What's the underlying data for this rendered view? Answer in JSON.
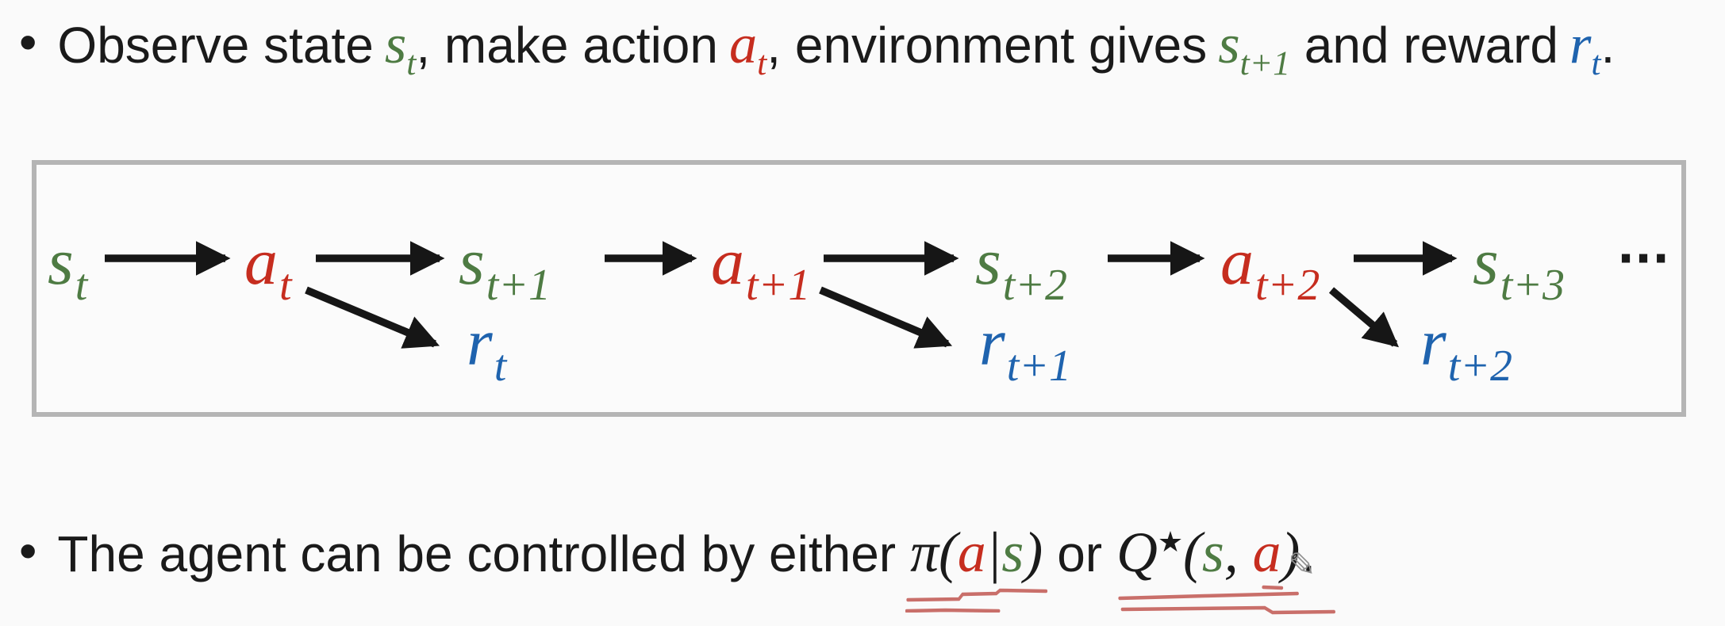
{
  "slide": {
    "bullet_char": "•",
    "bullet1": {
      "text1": "Observe state",
      "math1": {
        "base": "s",
        "sub": "t"
      },
      "text2": ", make action",
      "math2": {
        "base": "a",
        "sub": "t"
      },
      "text3": ", environment gives",
      "math3": {
        "base": "s",
        "sub": "t+1"
      },
      "text4": " and reward",
      "math4": {
        "base": "r",
        "sub": "t"
      },
      "text5": "."
    },
    "bullet2": {
      "text_before": "The agent can be controlled by either",
      "policy_formula": {
        "fn": "π",
        "open": "(",
        "arg1": "a",
        "sep": "|",
        "arg2": "s",
        "close": ")"
      },
      "connector": "or",
      "q_formula": {
        "fn": "Q",
        "sup": "★",
        "open": "(",
        "arg1": "s",
        "sep": ", ",
        "arg2": "a",
        "close": ")"
      },
      "text_after": "."
    }
  },
  "diagram": {
    "sequence": [
      {
        "base": "s",
        "sub": "t",
        "role": "state"
      },
      {
        "base": "a",
        "sub": "t",
        "role": "action"
      },
      {
        "base": "s",
        "sub": "t+1",
        "role": "state"
      },
      {
        "base": "a",
        "sub": "t+1",
        "role": "action"
      },
      {
        "base": "s",
        "sub": "t+2",
        "role": "state"
      },
      {
        "base": "a",
        "sub": "t+2",
        "role": "action"
      },
      {
        "base": "s",
        "sub": "t+3",
        "role": "state"
      }
    ],
    "rewards": [
      {
        "base": "r",
        "sub": "t"
      },
      {
        "base": "r",
        "sub": "t+1"
      },
      {
        "base": "r",
        "sub": "t+2"
      }
    ],
    "ellipsis": "···"
  },
  "icons": {
    "pencil_cursor": "✎"
  },
  "colors": {
    "state": "#4e7b43",
    "action": "#c62d1f",
    "reward": "#1f63ae",
    "text": "#1a1a1a",
    "arrow": "#161616",
    "box_border": "#b5b5b5",
    "annotation_red": "#c96f6a",
    "background": "#fafafa"
  }
}
